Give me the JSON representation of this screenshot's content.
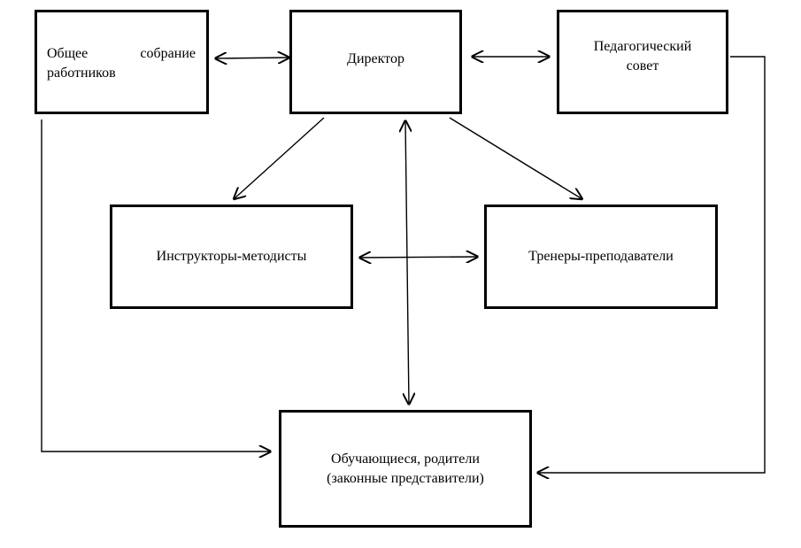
{
  "diagram": {
    "nodes": {
      "general_meeting": {
        "line1_word1": "Общее",
        "line1_word2": "собрание",
        "line2": "работников"
      },
      "director": {
        "label": "Директор"
      },
      "pedagogical_council": {
        "line1": "Педагогический",
        "line2": "совет"
      },
      "instructors": {
        "label": "Инструкторы-методисты"
      },
      "trainers": {
        "label": "Тренеры-преподаватели"
      },
      "students": {
        "line1": "Обучающиеся, родители",
        "line2": "(законные представители)"
      }
    },
    "edges": [
      {
        "from": "general_meeting",
        "to": "director",
        "direction": "both"
      },
      {
        "from": "director",
        "to": "pedagogical_council",
        "direction": "both"
      },
      {
        "from": "director",
        "to": "instructors",
        "direction": "forward"
      },
      {
        "from": "director",
        "to": "trainers",
        "direction": "forward"
      },
      {
        "from": "instructors",
        "to": "trainers",
        "direction": "both"
      },
      {
        "from": "director",
        "to": "students",
        "direction": "both"
      },
      {
        "from": "general_meeting",
        "to": "students",
        "direction": "forward"
      },
      {
        "from": "pedagogical_council",
        "to": "students",
        "direction": "forward"
      }
    ],
    "colors": {
      "stroke": "#000000",
      "background": "#ffffff"
    }
  }
}
